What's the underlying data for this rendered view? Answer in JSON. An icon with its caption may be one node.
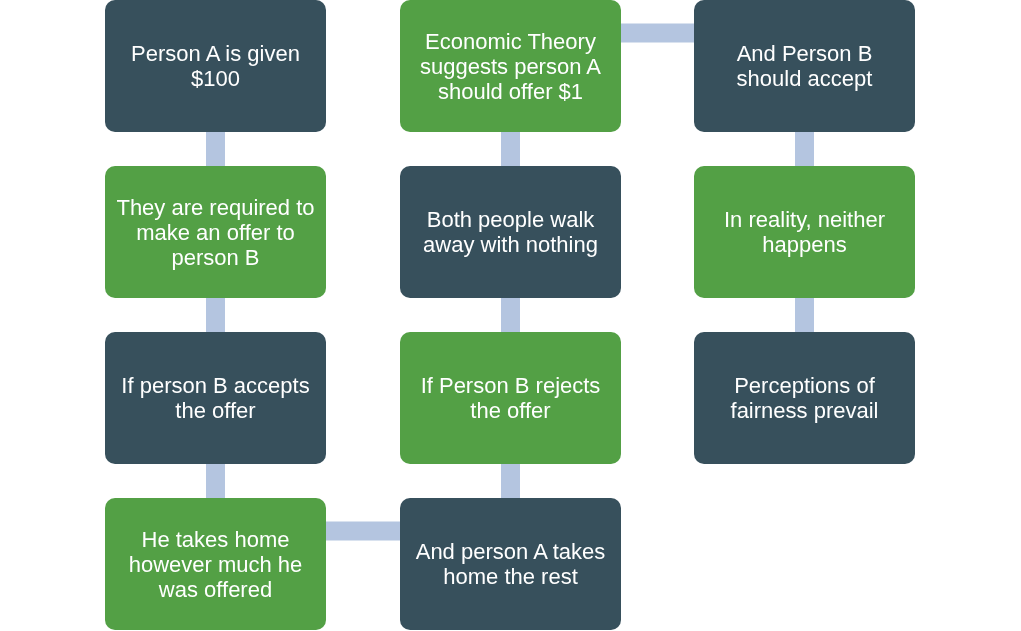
{
  "diagram": {
    "nodes": [
      {
        "text": [
          "Person A is given $100"
        ]
      },
      {
        "text": [
          "They are required to make an offer to person B"
        ]
      },
      {
        "text": [
          "If person B accepts the offer"
        ]
      },
      {
        "text": [
          "He takes home however much he was offered"
        ]
      },
      {
        "text": [
          "And person A takes home the rest"
        ]
      },
      {
        "text": [
          "If Person B rejects the offer"
        ]
      },
      {
        "text": [
          "Both people walk away with nothing"
        ]
      },
      {
        "text": [
          "Economic Theory suggests person A should offer $1"
        ]
      },
      {
        "text": [
          "And Person B should accept"
        ]
      },
      {
        "text": [
          "In reality, neither happens"
        ]
      },
      {
        "text": [
          "Perceptions of fairness prevail"
        ]
      }
    ],
    "edges": [
      {
        "from": 0,
        "to": 1,
        "arrow": "none"
      },
      {
        "from": 1,
        "to": 2,
        "arrow": "none"
      },
      {
        "from": 2,
        "to": 3,
        "arrow": "none"
      },
      {
        "from": 3,
        "to": 4,
        "arrow": "none"
      },
      {
        "from": 4,
        "to": 5,
        "arrow": "none"
      },
      {
        "from": 5,
        "to": 6,
        "arrow": "none"
      },
      {
        "from": 6,
        "to": 7,
        "arrow": "none"
      },
      {
        "from": 7,
        "to": 8,
        "arrow": "none"
      },
      {
        "from": 8,
        "to": 9,
        "arrow": "none"
      },
      {
        "from": 9,
        "to": 10,
        "arrow": "none"
      }
    ]
  }
}
